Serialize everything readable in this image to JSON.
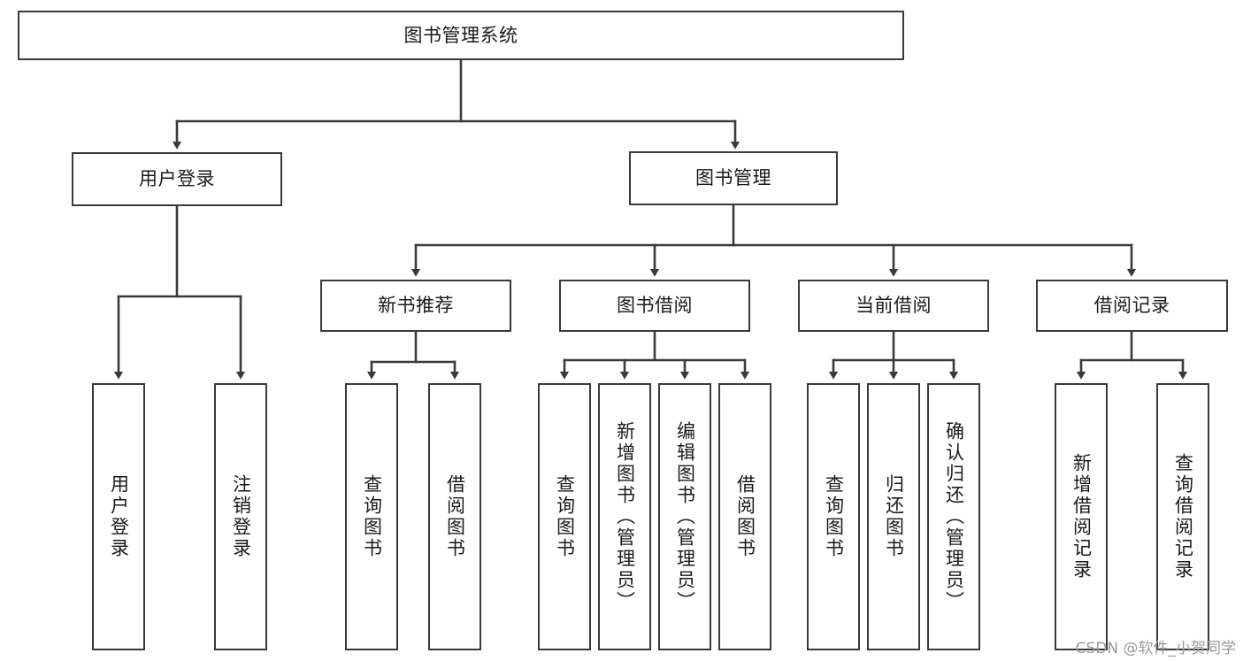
{
  "diagram": {
    "title": "图书管理系统",
    "type": "tree-hierarchy",
    "watermark": "CSDN @软件_小贺同学",
    "colors": {
      "stroke": "#3a3a3a",
      "fill": "#ffffff",
      "text": "#1a1a1a",
      "watermark": "#9a9a9a"
    }
  },
  "nodes": {
    "root": {
      "label": "图书管理系统"
    },
    "level2": [
      {
        "id": "user-login",
        "label": "用户登录"
      },
      {
        "id": "book-manage",
        "label": "图书管理"
      }
    ],
    "level3": [
      {
        "id": "new-book-rec",
        "label": "新书推荐"
      },
      {
        "id": "book-borrow",
        "label": "图书借阅"
      },
      {
        "id": "current-borrow",
        "label": "当前借阅"
      },
      {
        "id": "borrow-record",
        "label": "借阅记录"
      }
    ],
    "leaves": {
      "user-login": [
        {
          "id": "leaf-user-login",
          "label": "用户登录"
        },
        {
          "id": "leaf-logout",
          "label": "注销登录"
        }
      ],
      "new-book-rec": [
        {
          "id": "leaf-query-book-1",
          "label": "查询图书"
        },
        {
          "id": "leaf-borrow-book-1",
          "label": "借阅图书"
        }
      ],
      "book-borrow": [
        {
          "id": "leaf-query-book-2",
          "label": "查询图书"
        },
        {
          "id": "leaf-add-book",
          "label": "新增图书（管理员）"
        },
        {
          "id": "leaf-edit-book",
          "label": "编辑图书（管理员）"
        },
        {
          "id": "leaf-borrow-book-2",
          "label": "借阅图书"
        }
      ],
      "current-borrow": [
        {
          "id": "leaf-query-book-3",
          "label": "查询图书"
        },
        {
          "id": "leaf-return-book",
          "label": "归还图书"
        },
        {
          "id": "leaf-confirm-return",
          "label": "确认归还（管理员）"
        }
      ],
      "borrow-record": [
        {
          "id": "leaf-add-record",
          "label": "新增借阅记录"
        },
        {
          "id": "leaf-query-record",
          "label": "查询借阅记录"
        }
      ]
    }
  }
}
